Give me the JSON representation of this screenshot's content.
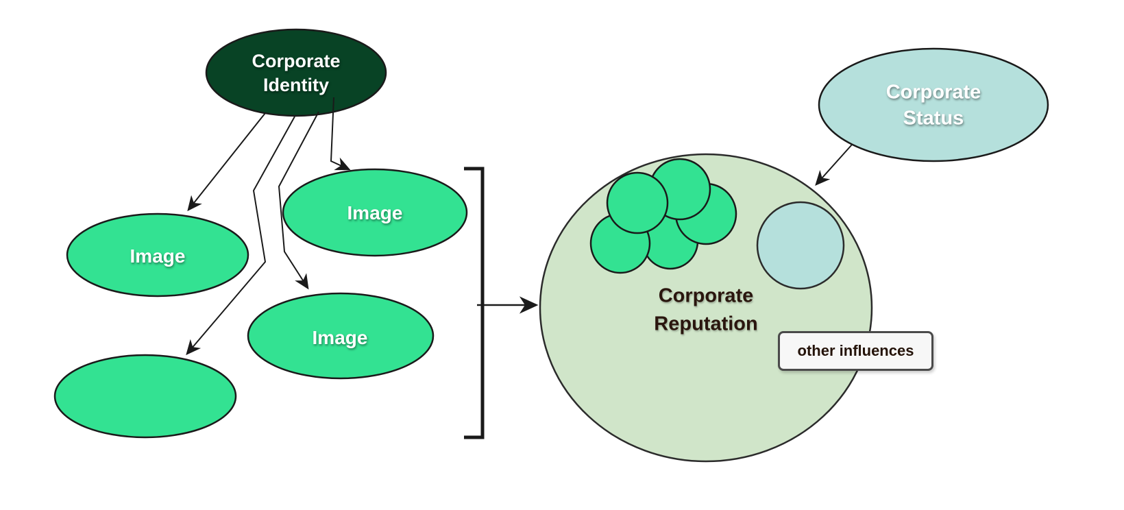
{
  "diagram": {
    "title": "Corporate identity, image and reputation model",
    "nodes": {
      "corporate_identity": {
        "label": "Corporate Identity"
      },
      "image_left": {
        "label": "Image"
      },
      "image_top": {
        "label": "Image"
      },
      "image_bottom": {
        "label": "Image"
      },
      "empty_ellipse": {
        "label": ""
      },
      "corporate_reputation": {
        "label": "Corporate Reputation"
      },
      "corporate_status": {
        "label": "Corporate Status"
      },
      "other_influences": {
        "label": "other influences"
      }
    },
    "colors": {
      "dark_green": "#084325",
      "bright_green": "#33e292",
      "sage_green": "#d0e5c9",
      "light_blue": "#b5e0dc",
      "outline": "#1a1a1a",
      "big_outline": "#2b2b2b",
      "label_box_bg": "#f7f7f7",
      "label_box_border": "#4a4a4a",
      "text_light": "#ffffff",
      "text_dark": "#2a160e"
    }
  }
}
